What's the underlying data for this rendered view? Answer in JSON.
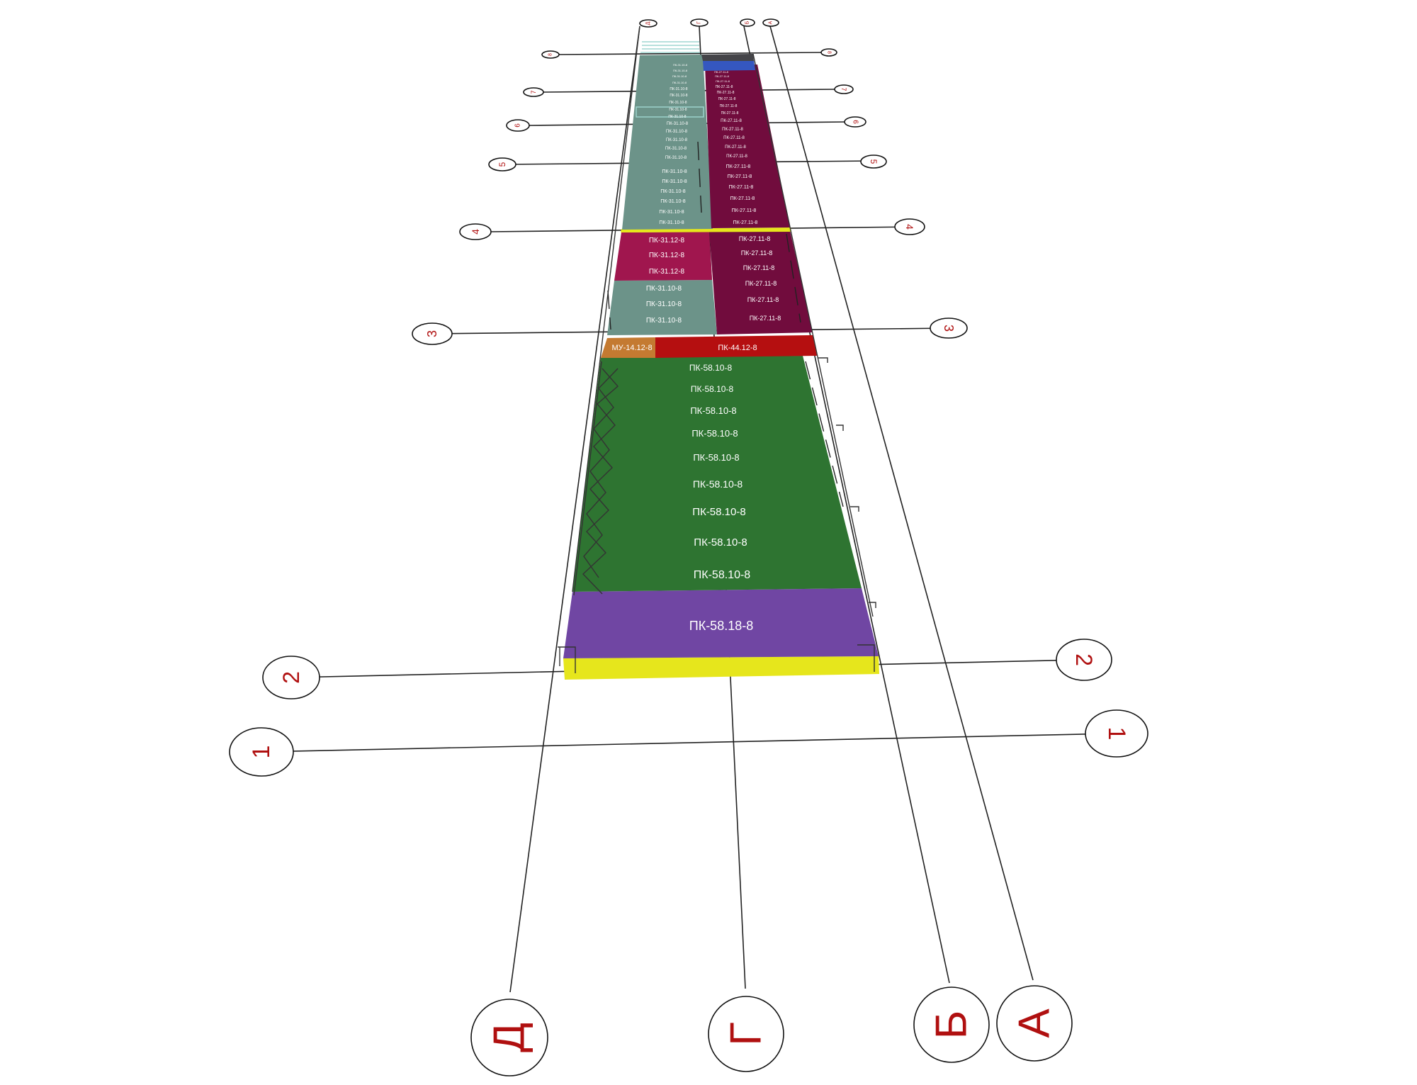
{
  "colors": {
    "green": "#2e7431",
    "purple": "#7046a3",
    "yellow": "#e6e61c",
    "red": "#b50f10",
    "orange": "#c47a31",
    "magenta": "#a0164e",
    "maroon": "#710c3d",
    "grey": "#6c9389",
    "blue": "#3557c0",
    "axis_red": "#b01010"
  },
  "axes": {
    "letters": [
      "Д",
      "Г",
      "Б",
      "А"
    ],
    "numbers": [
      "1",
      "2",
      "3",
      "4",
      "5",
      "6",
      "7",
      "8"
    ]
  },
  "panels": {
    "purple": "ПК-58.18-8",
    "green": "ПК-58.10-8",
    "red": "ПК-44.12-8",
    "orange": "МУ-14.12-8",
    "left_magenta": "ПК-31.12-8",
    "left_grey": "ПК-31.10-8",
    "right": "ПК-27.11-8"
  }
}
